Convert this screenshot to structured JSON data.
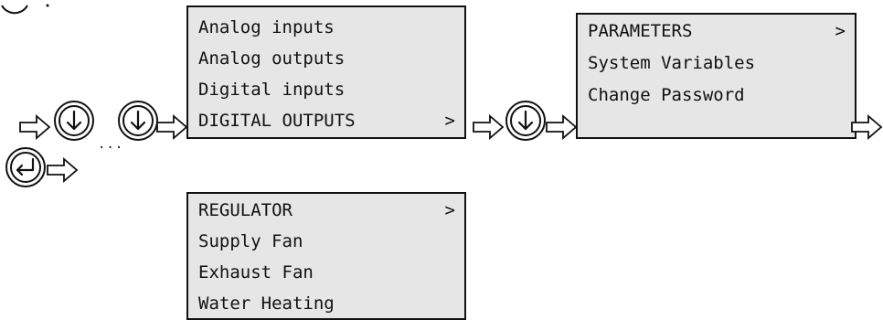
{
  "screen1": {
    "rows": [
      "Analog inputs",
      "Analog outputs",
      "Digital inputs",
      "DIGITAL OUTPUTS"
    ],
    "selected_chevron": ">"
  },
  "screen2": {
    "rows": [
      "PARAMETERS",
      "System Variables",
      "Change Password"
    ],
    "selected_chevron": ">"
  },
  "screen3": {
    "rows": [
      "REGULATOR",
      "Supply Fan",
      "Exhaust Fan",
      "Water Heating"
    ],
    "selected_chevron": ">"
  },
  "ellipsis": "...",
  "icons": {
    "down_button": "down-arrow-circle-icon",
    "enter_button": "enter-circle-icon",
    "flow_arrow": "hollow-right-arrow-icon"
  }
}
